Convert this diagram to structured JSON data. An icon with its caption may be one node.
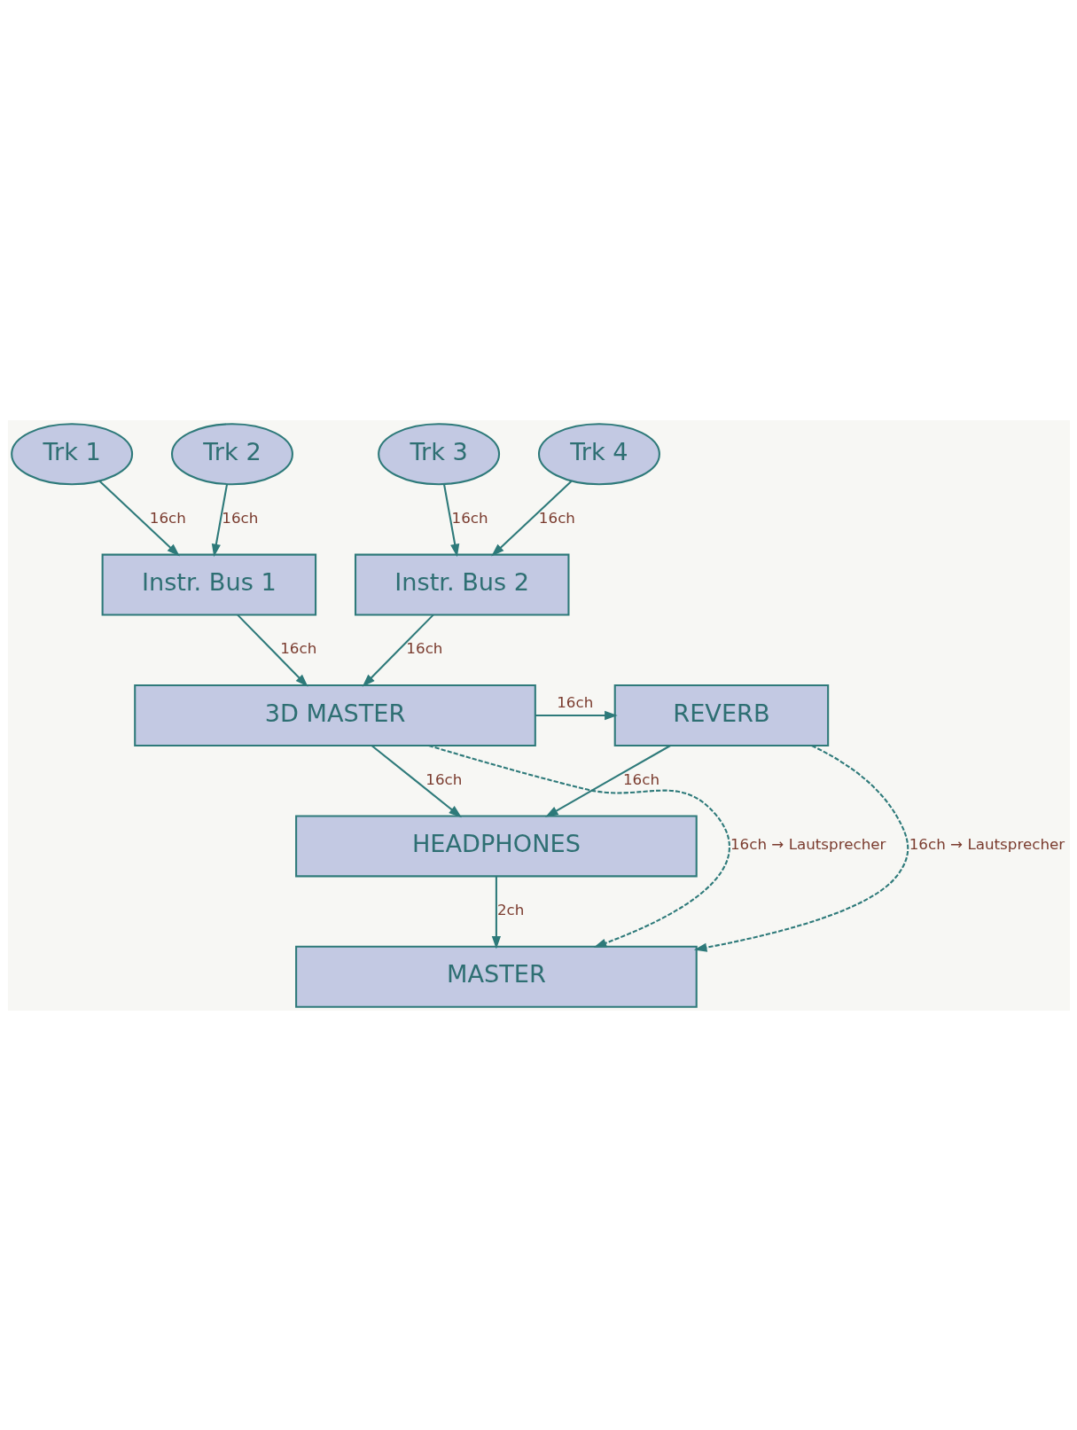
{
  "diagram": {
    "nodes": [
      {
        "text": [
          "Trk 1"
        ]
      },
      {
        "text": [
          "Trk 2"
        ]
      },
      {
        "text": [
          "Trk 3"
        ]
      },
      {
        "text": [
          "Trk 4"
        ]
      },
      {
        "text": [
          "Instr. Bus 1"
        ]
      },
      {
        "text": [
          "Instr. Bus 2"
        ]
      },
      {
        "text": [
          "3D MASTER"
        ]
      },
      {
        "text": [
          "REVERB"
        ]
      },
      {
        "text": [
          "HEADPHONES"
        ]
      },
      {
        "text": [
          "MASTER"
        ]
      }
    ],
    "edges": [
      {
        "from": 0,
        "to": 4,
        "arrow": "to",
        "label": "16ch"
      },
      {
        "from": 1,
        "to": 4,
        "arrow": "to",
        "label": "16ch"
      },
      {
        "from": 2,
        "to": 5,
        "arrow": "to",
        "label": "16ch"
      },
      {
        "from": 3,
        "to": 5,
        "arrow": "to",
        "label": "16ch"
      },
      {
        "from": 4,
        "to": 6,
        "arrow": "to",
        "label": "16ch"
      },
      {
        "from": 5,
        "to": 6,
        "arrow": "to",
        "label": "16ch"
      },
      {
        "from": 6,
        "to": 7,
        "arrow": "to",
        "label": "16ch"
      },
      {
        "from": 6,
        "to": 8,
        "arrow": "to",
        "label": "16ch"
      },
      {
        "from": 7,
        "to": 8,
        "arrow": "to",
        "label": "16ch"
      },
      {
        "from": 8,
        "to": 9,
        "arrow": "to",
        "label": "2ch"
      },
      {
        "from": 7,
        "to": 9,
        "arrow": "to",
        "label": "16ch → Lautsprecher",
        "style": "dashed"
      },
      {
        "from": 6,
        "to": 9,
        "arrow": "to",
        "label": "16ch → Lautsprecher",
        "style": "dashed"
      }
    ]
  }
}
